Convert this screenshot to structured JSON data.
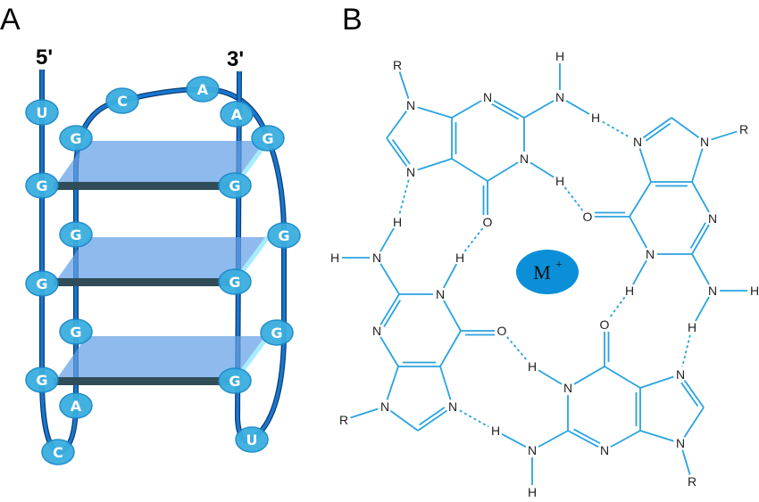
{
  "panel_a": {
    "label": "A",
    "five_prime": "5'",
    "three_prime": "3'",
    "nucleotides": [
      "U",
      "G",
      "G",
      "G",
      "C",
      "A",
      "G",
      "G",
      "G",
      "C",
      "A",
      "A",
      "G",
      "G",
      "G",
      "U",
      "G",
      "G",
      "G"
    ]
  },
  "panel_b": {
    "label": "B",
    "ion": "M",
    "ion_charge": "+",
    "atom_labels": {
      "N9": "N",
      "N7": "N",
      "N3": "N",
      "N1": "N",
      "O": "O",
      "Nam": "N",
      "R": "R",
      "H1": "H",
      "Ha": "H",
      "Hb": "H"
    }
  },
  "colors": {
    "bond": "#29a3e0",
    "ion": "#0a8fd8",
    "nucleotide": "#3aaee0",
    "strand": "#1976d2"
  }
}
